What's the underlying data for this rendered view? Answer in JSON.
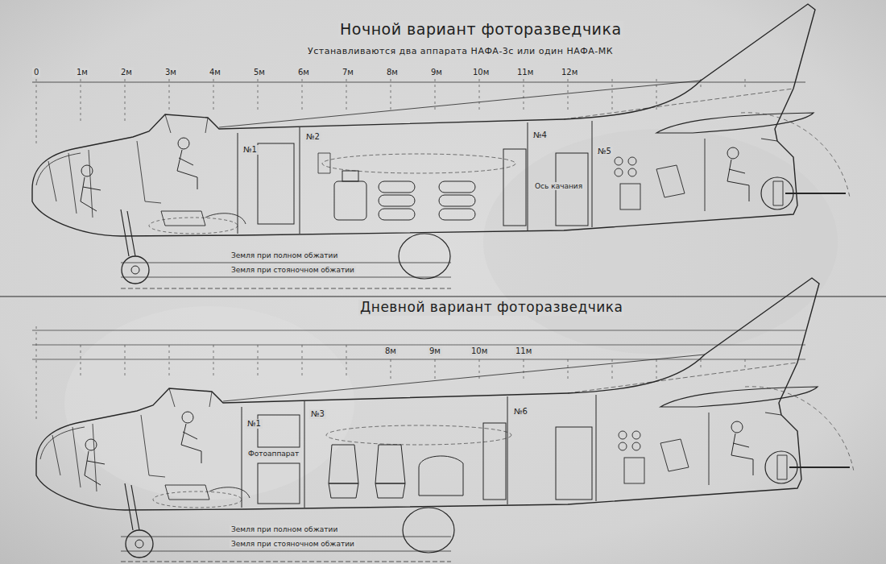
{
  "diagram": {
    "labels": [
      "Ночной вариант фоторазведчика",
      "Устанавливаются два аппарата НАФА-3с или один НАФА-МК",
      "Дневной вариант фоторазведчика",
      "0",
      "1м",
      "2м",
      "3м",
      "4м",
      "5м",
      "6м",
      "7м",
      "8м",
      "9м",
      "10м",
      "11м",
      "12м",
      "8м",
      "9м",
      "10м",
      "11м",
      "№1",
      "№2",
      "№4",
      "№5",
      "Ось качания",
      "№1",
      "№3",
      "№6",
      "Фотоаппарат",
      "Земля при полном обжатии",
      "Земля при стояночном обжатии",
      "Земля при полном обжатии",
      "Земля при стояночном обжатии"
    ]
  }
}
